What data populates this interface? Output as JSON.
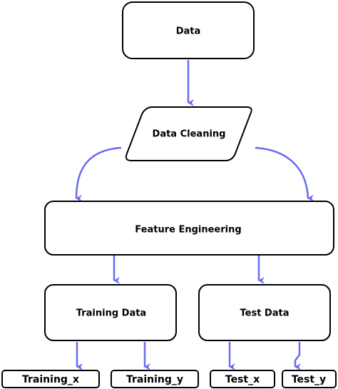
{
  "colors": {
    "arrow": "#6a6af0",
    "box_border": "#000000",
    "box_fill": "#ffffff",
    "text": "#000000"
  },
  "nodes": {
    "data": "Data",
    "data_cleaning": "Data Cleaning",
    "feature_engineering": "Feature Engineering",
    "training_data": "Training Data",
    "test_data": "Test Data",
    "training_x": "Training_x",
    "training_y": "Training_y",
    "test_x": "Test_x",
    "test_y": "Test_y"
  },
  "edges": [
    {
      "from": "data",
      "to": "data_cleaning"
    },
    {
      "from": "data_cleaning",
      "to": "feature_engineering"
    },
    {
      "from": "data_cleaning",
      "to": "feature_engineering"
    },
    {
      "from": "feature_engineering",
      "to": "training_data"
    },
    {
      "from": "feature_engineering",
      "to": "test_data"
    },
    {
      "from": "training_data",
      "to": "training_x"
    },
    {
      "from": "training_data",
      "to": "training_y"
    },
    {
      "from": "test_data",
      "to": "test_x"
    },
    {
      "from": "test_data",
      "to": "test_y"
    }
  ]
}
